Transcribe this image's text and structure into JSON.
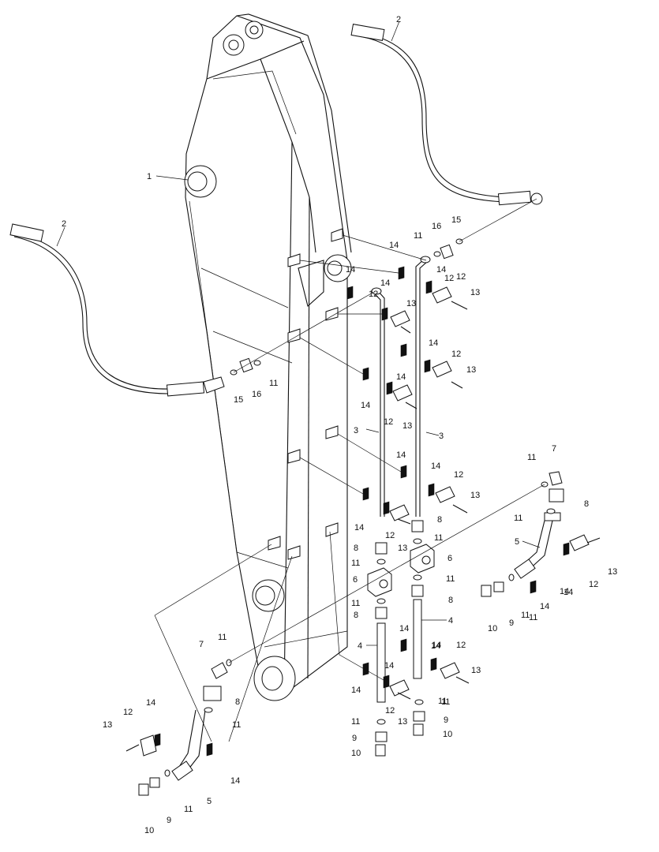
{
  "callouts": {
    "c1": "1",
    "c2a": "2",
    "c2b": "2",
    "c3a": "3",
    "c3b": "3",
    "c4a": "4",
    "c4b": "4",
    "c5a": "5",
    "c5b": "5",
    "c6a": "6",
    "c6b": "6",
    "c7a": "7",
    "c7b": "7",
    "c8a": "8",
    "c8b": "8",
    "c8c": "8",
    "c8d": "8",
    "c8e": "8",
    "c8f": "8",
    "c9a": "9",
    "c9b": "9",
    "c9c": "9",
    "c9d": "9",
    "c10a": "10",
    "c10b": "10",
    "c10c": "10",
    "c10d": "10",
    "c11a": "11",
    "c11b": "11",
    "c11c": "11",
    "c11d": "11",
    "c11e": "11",
    "c11f": "11",
    "c11g": "11",
    "c11h": "11",
    "c11i": "11",
    "c11j": "11",
    "c11k": "11",
    "c11l": "11",
    "c11m": "11",
    "c11n": "11",
    "c11o": "11",
    "c11p": "11",
    "c12a": "12",
    "c12b": "12",
    "c12c": "12",
    "c12d": "12",
    "c12e": "12",
    "c12f": "12",
    "c12g": "12",
    "c12h": "12",
    "c12i": "12",
    "c12j": "12",
    "c12k": "12",
    "c13a": "13",
    "c13b": "13",
    "c13c": "13",
    "c13d": "13",
    "c13e": "13",
    "c13f": "13",
    "c13g": "13",
    "c13h": "13",
    "c13i": "13",
    "c13j": "13",
    "c14a": "14",
    "c14b": "14",
    "c14c": "14",
    "c14d": "14",
    "c14e": "14",
    "c14f": "14",
    "c14g": "14",
    "c14h": "14",
    "c14i": "14",
    "c14j": "14",
    "c14k": "14",
    "c14l": "14",
    "c14m": "14",
    "c14n": "14",
    "c14o": "14",
    "c14p": "14",
    "c14q": "14",
    "c14r": "14",
    "c14s": "14",
    "c14t": "14",
    "c15a": "15",
    "c15b": "15",
    "c16a": "16",
    "c16b": "16"
  }
}
